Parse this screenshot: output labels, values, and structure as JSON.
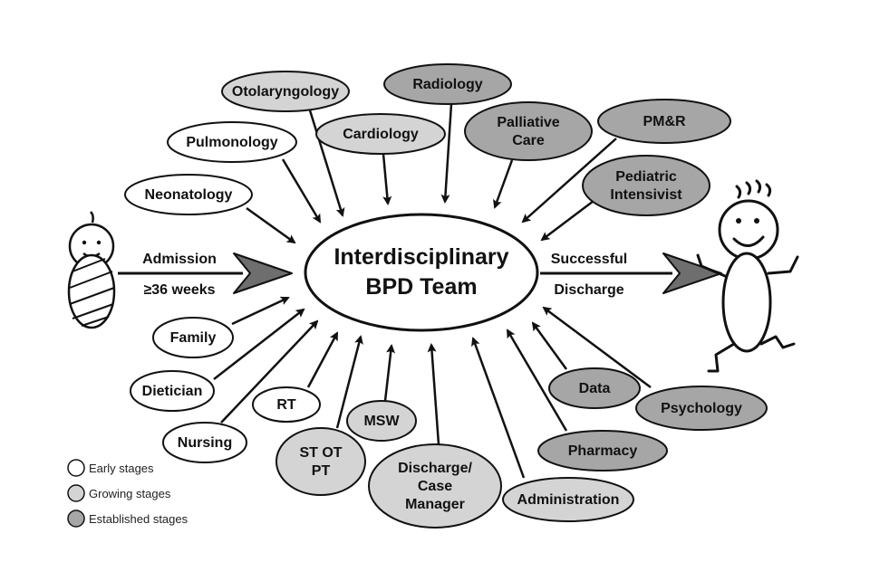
{
  "center": {
    "line1": "Interdisciplinary",
    "line2": "BPD Team"
  },
  "admission": {
    "line1": "Admission",
    "line2": "≥36 weeks"
  },
  "discharge": {
    "line1": "Successful",
    "line2": "Discharge"
  },
  "stage_colors": {
    "early": "#ffffff",
    "growing": "#d4d4d4",
    "established": "#a6a6a6"
  },
  "nodes": [
    {
      "id": "otolaryngology",
      "lines": [
        "Otolaryngology"
      ],
      "stage": "growing"
    },
    {
      "id": "radiology",
      "lines": [
        "Radiology"
      ],
      "stage": "established"
    },
    {
      "id": "pulmonology",
      "lines": [
        "Pulmonology"
      ],
      "stage": "early"
    },
    {
      "id": "cardiology",
      "lines": [
        "Cardiology"
      ],
      "stage": "growing"
    },
    {
      "id": "palliative-care",
      "lines": [
        "Palliative",
        "Care"
      ],
      "stage": "established"
    },
    {
      "id": "pmr",
      "lines": [
        "PM&R"
      ],
      "stage": "established"
    },
    {
      "id": "neonatology",
      "lines": [
        "Neonatology"
      ],
      "stage": "early"
    },
    {
      "id": "pediatric-intensivist",
      "lines": [
        "Pediatric",
        "Intensivist"
      ],
      "stage": "established"
    },
    {
      "id": "family",
      "lines": [
        "Family"
      ],
      "stage": "early"
    },
    {
      "id": "dietician",
      "lines": [
        "Dietician"
      ],
      "stage": "early"
    },
    {
      "id": "rt",
      "lines": [
        "RT"
      ],
      "stage": "early"
    },
    {
      "id": "msw",
      "lines": [
        "MSW"
      ],
      "stage": "growing"
    },
    {
      "id": "nursing",
      "lines": [
        "Nursing"
      ],
      "stage": "early"
    },
    {
      "id": "st-ot-pt",
      "lines": [
        "ST OT",
        "PT"
      ],
      "stage": "growing"
    },
    {
      "id": "discharge-case-manager",
      "lines": [
        "Discharge/",
        "Case",
        "Manager"
      ],
      "stage": "growing"
    },
    {
      "id": "administration",
      "lines": [
        "Administration"
      ],
      "stage": "growing"
    },
    {
      "id": "pharmacy",
      "lines": [
        "Pharmacy"
      ],
      "stage": "established"
    },
    {
      "id": "data",
      "lines": [
        "Data"
      ],
      "stage": "established"
    },
    {
      "id": "psychology",
      "lines": [
        "Psychology"
      ],
      "stage": "established"
    }
  ],
  "legend": [
    {
      "label": "Early stages",
      "stage": "early"
    },
    {
      "label": "Growing stages",
      "stage": "growing"
    },
    {
      "label": "Established stages",
      "stage": "established"
    }
  ]
}
